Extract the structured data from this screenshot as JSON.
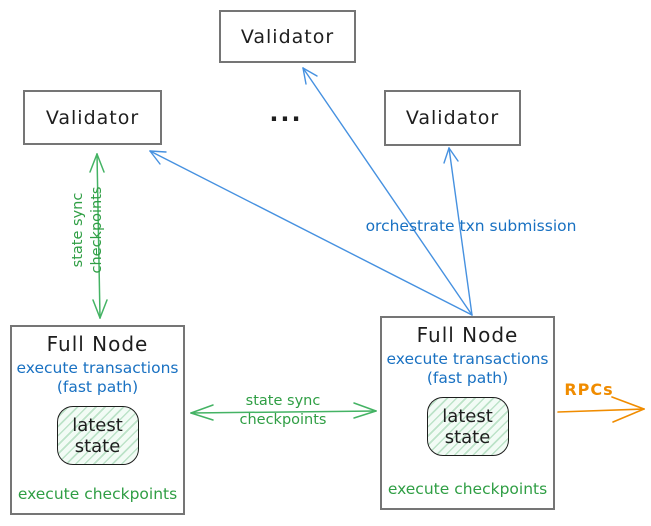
{
  "validator_top": {
    "label": "Validator"
  },
  "validator_left": {
    "label": "Validator"
  },
  "validator_right": {
    "label": "Validator"
  },
  "ellipsis": "...",
  "full_node_left": {
    "title": "Full Node",
    "exec_line1": "execute transactions",
    "exec_line2": "(fast path)",
    "state_line1": "latest",
    "state_line2": "state",
    "footer": "execute checkpoints"
  },
  "full_node_right": {
    "title": "Full Node",
    "exec_line1": "execute transactions",
    "exec_line2": "(fast path)",
    "state_line1": "latest",
    "state_line2": "state",
    "footer": "execute checkpoints"
  },
  "edge_labels": {
    "vertical_sync": {
      "line1": "state sync",
      "line2": "checkpoints"
    },
    "horizontal_sync": {
      "line1": "state sync",
      "line2": "checkpoints"
    },
    "orchestrate": "orchestrate txn submission",
    "rpcs": "RPCs"
  },
  "colors": {
    "ink": "#1e1e1e",
    "box_border": "#757575",
    "blue_text": "#1971c2",
    "blue_arrow": "#4691e0",
    "green": "#2f9e44",
    "green_arrow": "#44b364",
    "orange": "#f08c00",
    "state_box_fill": "#f2fbf5"
  }
}
